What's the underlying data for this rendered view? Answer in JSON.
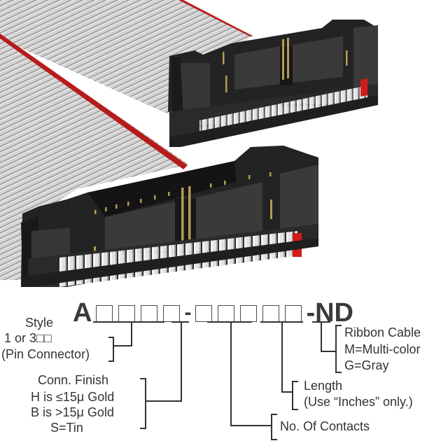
{
  "product_image": {
    "description": "Two gray flat ribbon cable assemblies with black IDC socket connectors",
    "colors": {
      "ribbon": "#c9c9c9",
      "ribbon_stripe": "#b71c1c",
      "connector_body": "#2f2f2f",
      "contact_pins": "#b79a55",
      "wire_ends": "#e4e4e4",
      "pin1_marker": "#d21b1b"
    }
  },
  "part_number": {
    "prefix": "A",
    "group1_boxes": 4,
    "separator": "-",
    "group2_boxes": 5,
    "suffix": "-ND"
  },
  "fields": {
    "style": {
      "title": "Style",
      "line1": "1 or 3□□",
      "line2": "(Pin Connector)"
    },
    "finish": {
      "title": "Conn. Finish",
      "line1": "H is ≤15μ  Gold",
      "line2": "B is >15μ  Gold",
      "line3": "S=Tin"
    },
    "contacts": {
      "title": "No. Of Contacts"
    },
    "length": {
      "title": "Length",
      "note": "(Use “Inches” only.)"
    },
    "cable": {
      "title": "Ribbon Cable",
      "line1": "M=Multi-color",
      "line2": "G=Gray"
    }
  },
  "colors": {
    "text": "#333333",
    "lines": "#333333"
  }
}
